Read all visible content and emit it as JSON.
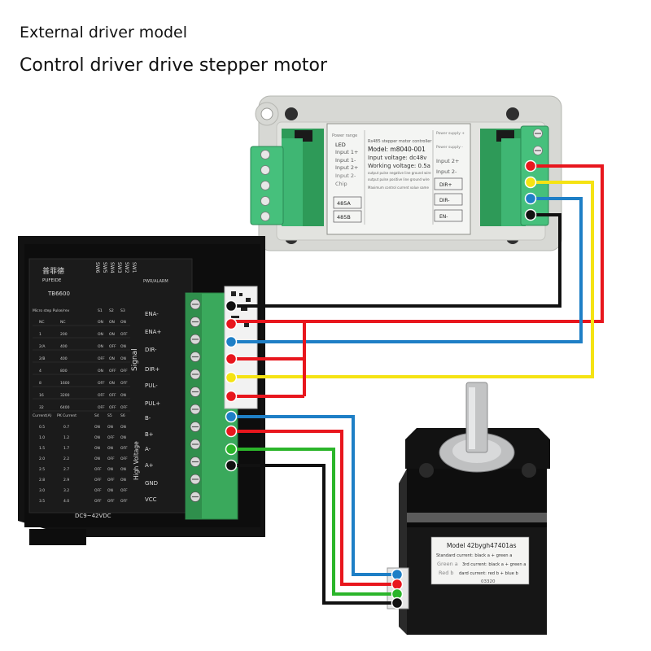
{
  "header": {
    "title": "External driver model",
    "subtitle": "Control driver drive stepper motor"
  },
  "controller": {
    "heading": "Rs485 stepper motor controller",
    "model": "Model: m8040-001",
    "voltage": "Input voltage: dc48v",
    "current": "Working voltage: 0.5a",
    "small_line_1": "output pulse negative line  ground wire",
    "small_line_2": "output pulse positive line  ground wire",
    "small_line_3": "Maximum control current value  same",
    "left_labels": [
      "Power range",
      "LED",
      "Input 1+",
      "Input 1-",
      "Input 2+",
      "Input 2-",
      "Chip",
      "485A",
      "485B"
    ],
    "right_labels": [
      "Power supply +",
      "Power supply -",
      "Input 2+",
      "Input 2-",
      "DIR+",
      "DIR-",
      "EN-"
    ]
  },
  "driver": {
    "brand_cn": "普菲德",
    "brand_en": "PUFEIDE",
    "model": "TB6600",
    "power_label": "PWR/ALARM",
    "signal_label": "Signal",
    "hv_label": "High Voltage",
    "dc_label": "DC9~42VDC",
    "sw_labels": [
      "SW6",
      "SW5",
      "SW4",
      "SW3",
      "SW2",
      "SW1"
    ],
    "micro_header": [
      "Micro step Pulse/rev",
      "S1",
      "S2",
      "S3"
    ],
    "micro_rows": [
      [
        "NC",
        "NC",
        "ON",
        "ON",
        "ON"
      ],
      [
        "1",
        "200",
        "ON",
        "ON",
        "OFF"
      ],
      [
        "2/A",
        "400",
        "ON",
        "OFF",
        "ON"
      ],
      [
        "2/B",
        "400",
        "OFF",
        "ON",
        "ON"
      ],
      [
        "4",
        "800",
        "ON",
        "OFF",
        "OFF"
      ],
      [
        "8",
        "1600",
        "OFF",
        "ON",
        "OFF"
      ],
      [
        "16",
        "3200",
        "OFF",
        "OFF",
        "ON"
      ],
      [
        "32",
        "6400",
        "OFF",
        "OFF",
        "OFF"
      ]
    ],
    "current_header": [
      "Current(A)",
      "PK Current",
      "S4",
      "S5",
      "S6"
    ],
    "current_rows": [
      [
        "0.5",
        "0.7",
        "ON",
        "ON",
        "ON"
      ],
      [
        "1.0",
        "1.2",
        "ON",
        "OFF",
        "ON"
      ],
      [
        "1.5",
        "1.7",
        "ON",
        "ON",
        "OFF"
      ],
      [
        "2.0",
        "2.2",
        "ON",
        "OFF",
        "OFF"
      ],
      [
        "2.5",
        "2.7",
        "OFF",
        "ON",
        "ON"
      ],
      [
        "2.8",
        "2.9",
        "OFF",
        "OFF",
        "ON"
      ],
      [
        "3.0",
        "3.2",
        "OFF",
        "ON",
        "OFF"
      ],
      [
        "3.5",
        "4.0",
        "OFF",
        "OFF",
        "OFF"
      ]
    ],
    "terminal_labels": [
      "ENA-",
      "ENA+",
      "DIR-",
      "DIR+",
      "PUL-",
      "PUL+",
      "B-",
      "B+",
      "A-",
      "A+",
      "GND",
      "VCC"
    ]
  },
  "motor": {
    "model": "Model 42bygh47401as",
    "line1": "Standard current: black a + green a",
    "line2": "3rd current: black a + green a",
    "line3": "dard current: red b + blue b",
    "code": "03320",
    "tag_1": "Green a",
    "tag_2": "Red b"
  },
  "wire_colors": {
    "red": "#e8161d",
    "blue": "#1e7fc6",
    "yellow": "#f5e313",
    "green": "#2bb52a",
    "black": "#111111"
  }
}
